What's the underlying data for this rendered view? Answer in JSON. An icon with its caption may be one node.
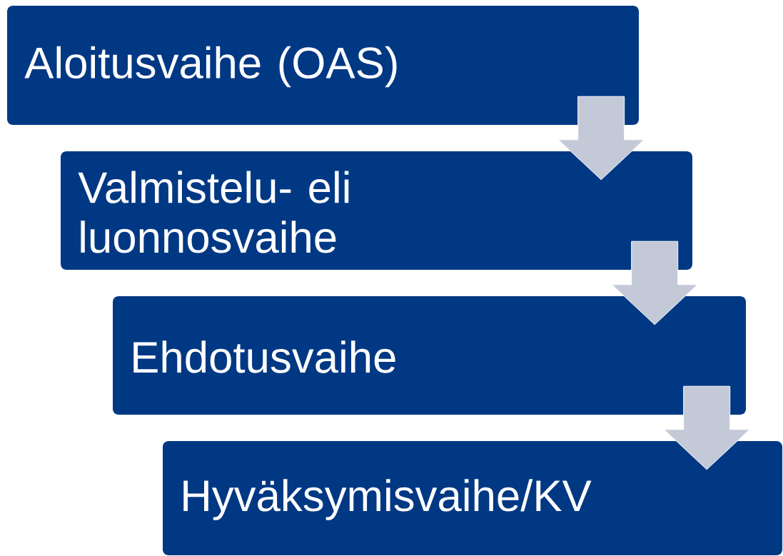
{
  "diagram": {
    "nodes": [
      {
        "text": [
          "Aloitusvaihe (OAS)"
        ]
      },
      {
        "text": [
          "Valmistelu- eli luonnosvaihe"
        ]
      },
      {
        "text": [
          "Ehdotusvaihe"
        ]
      },
      {
        "text": [
          "Hyväksymisvaihe/KV"
        ]
      }
    ],
    "edges": [
      {
        "from": 0,
        "to": 1,
        "arrow": "to"
      },
      {
        "from": 1,
        "to": 2,
        "arrow": "to"
      },
      {
        "from": 2,
        "to": 3,
        "arrow": "to"
      }
    ]
  }
}
